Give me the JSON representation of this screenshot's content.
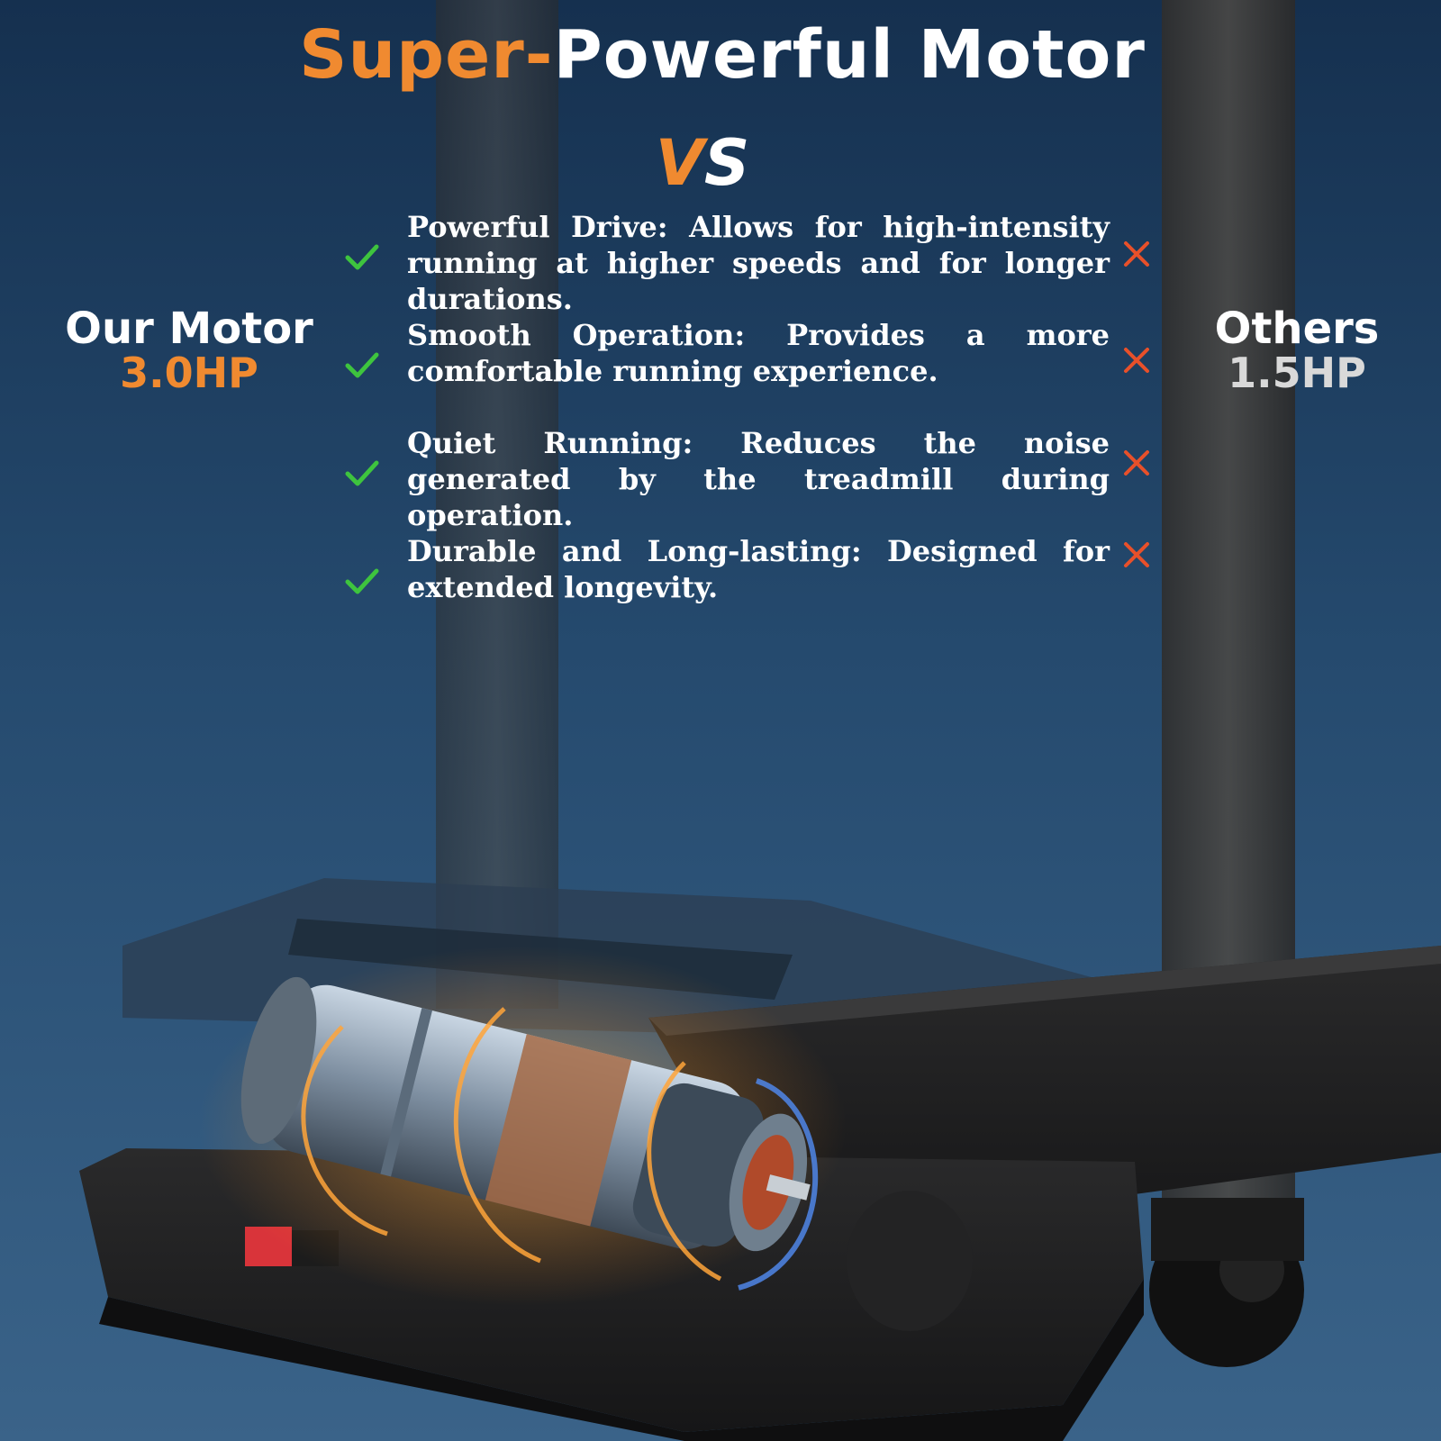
{
  "headline": {
    "part1": "Super-",
    "part2": "Powerful Motor"
  },
  "vs": {
    "v": "V",
    "s": "S"
  },
  "ours": {
    "name": "Our Motor",
    "hp": "3.0HP"
  },
  "others": {
    "name": "Others",
    "hp": "1.5HP"
  },
  "features": [
    {
      "text": "Powerful Drive: Allows for high-intensity running at higher speeds and for longer durations."
    },
    {
      "text": "Smooth Operation: Provides a more comfortable running experience."
    },
    {
      "text": "Quiet Running: Reduces the noise generated by the treadmill during operation."
    },
    {
      "text": "Durable and Long-lasting: Designed for extended longevity."
    }
  ],
  "colors": {
    "accent": "#f08a30",
    "check": "#3ec43e",
    "cross": "#e8502a",
    "frame": "#3a3836"
  },
  "icons": {
    "check": "check-icon",
    "cross": "cross-icon"
  }
}
